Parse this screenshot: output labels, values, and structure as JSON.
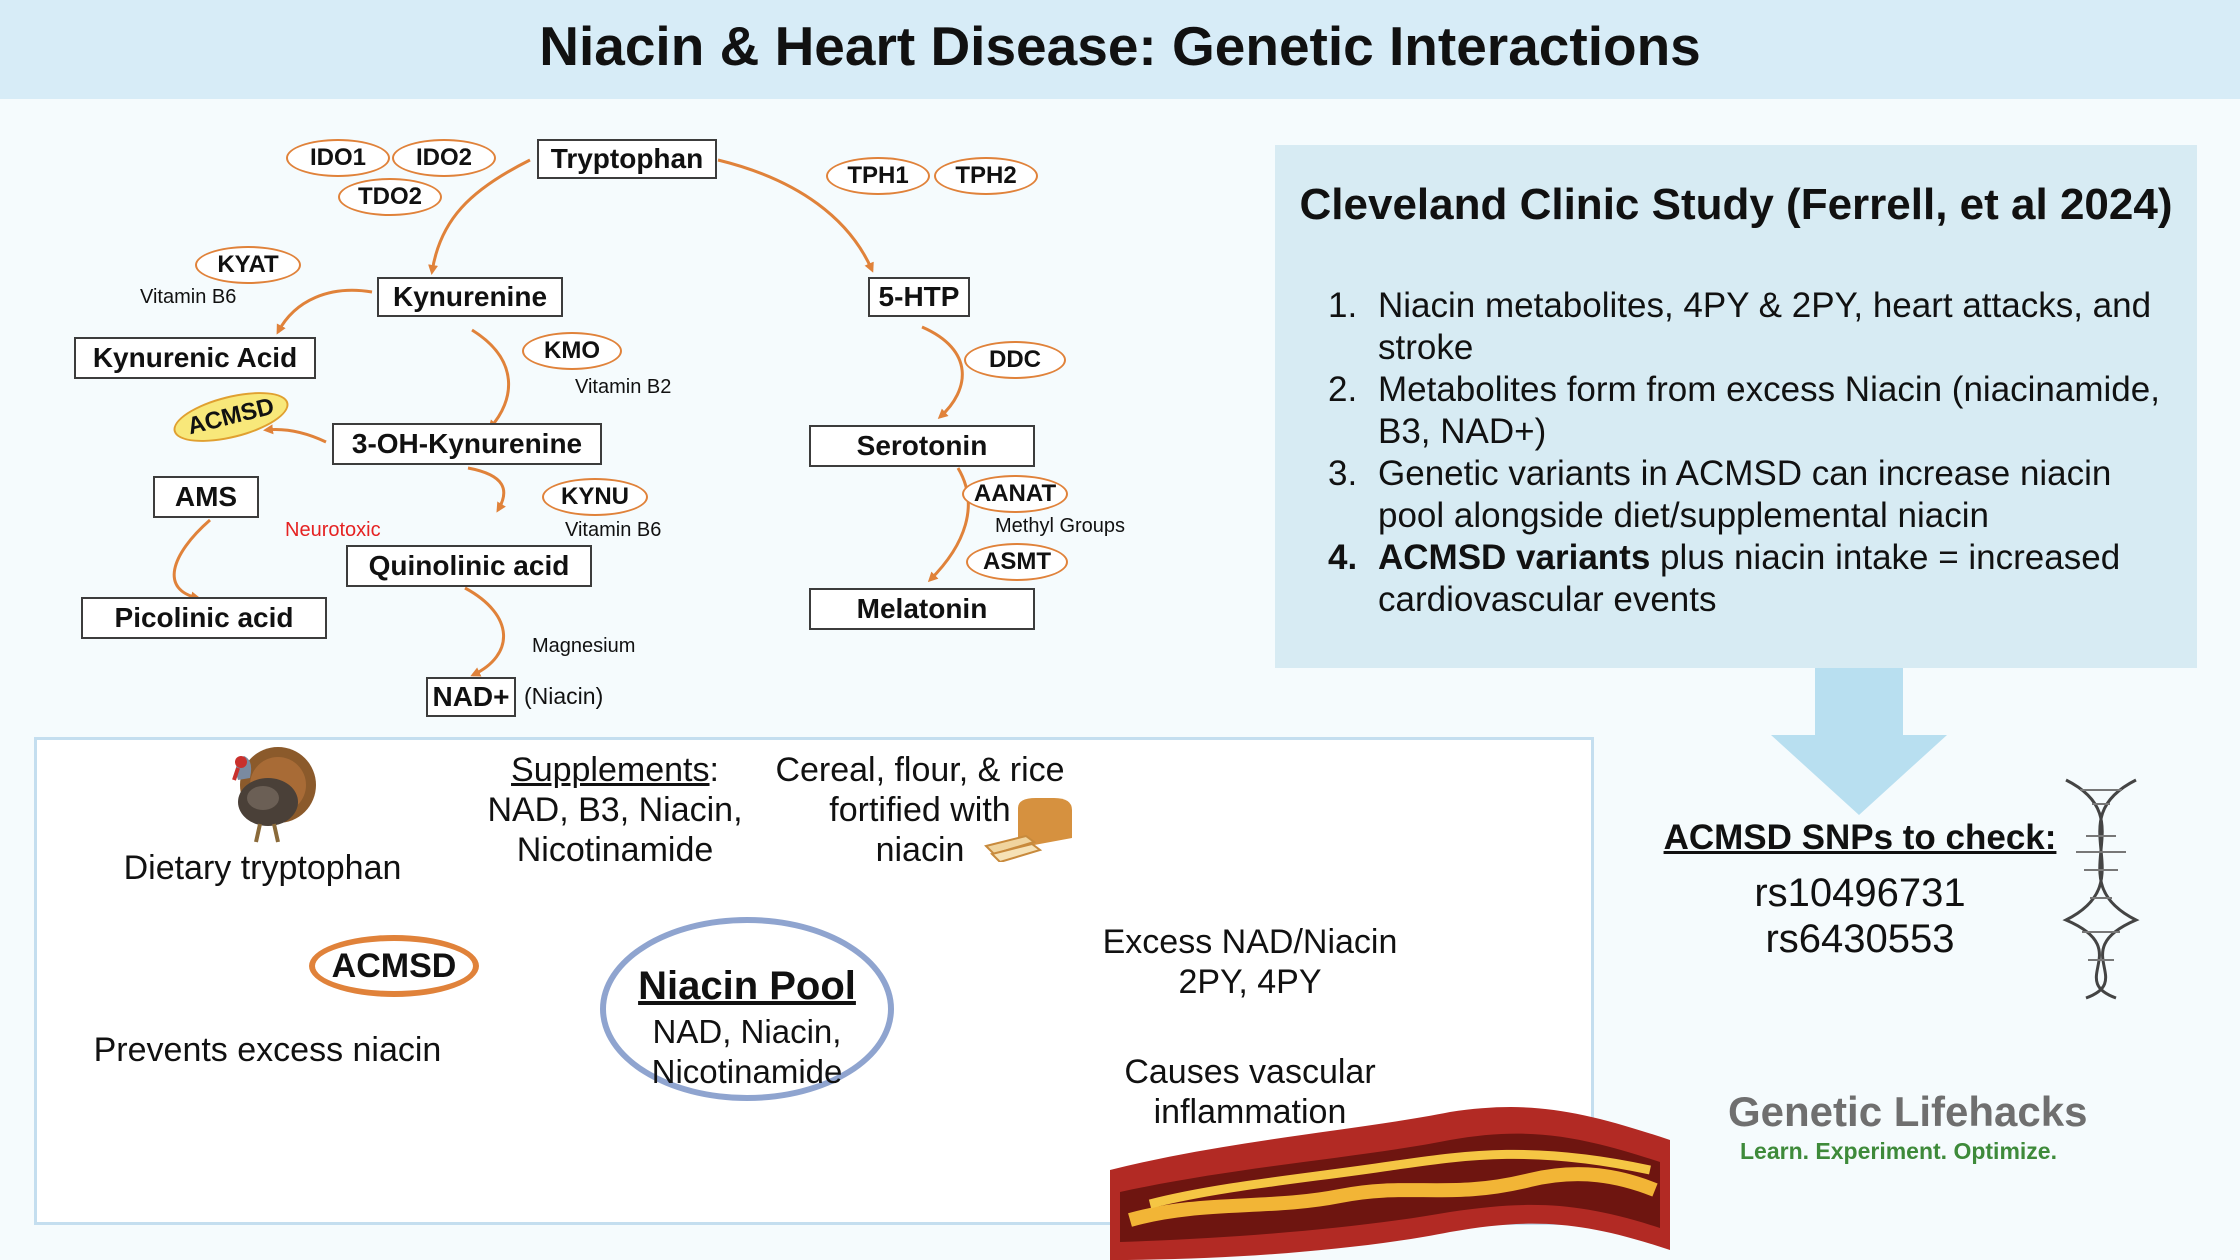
{
  "title": "Niacin & Heart Disease: Genetic Interactions",
  "colors": {
    "title_bg": "#d7ecf7",
    "enzyme_border": "#e0823a",
    "arrow": "#e0823a",
    "neurotoxic": "#e52222",
    "panel_bg": "#d7ebf3",
    "pool_border": "#8fa4cf",
    "brand_green": "#3e8a3a"
  },
  "pathway": {
    "metabolites": {
      "tryptophan": "Tryptophan",
      "kynurenine": "Kynurenine",
      "kynurenic_acid": "Kynurenic Acid",
      "oh_kynurenine": "3-OH-Kynurenine",
      "ams": "AMS",
      "picolinic_acid": "Picolinic acid",
      "quinolinic_acid": "Quinolinic acid",
      "nad": "NAD+",
      "htp": "5-HTP",
      "serotonin": "Serotonin",
      "melatonin": "Melatonin"
    },
    "enzymes": {
      "ido1": "IDO1",
      "ido2": "IDO2",
      "tdo2": "TDO2",
      "kyat": "KYAT",
      "kmo": "KMO",
      "acmsd": "ACMSD",
      "kynu": "KYNU",
      "tph1": "TPH1",
      "tph2": "TPH2",
      "ddc": "DDC",
      "aanat": "AANAT",
      "asmt": "ASMT"
    },
    "cofactors": {
      "vitamin_b6_kyat": "Vitamin B6",
      "vitamin_b2": "Vitamin B2",
      "vitamin_b6_kynu": "Vitamin B6",
      "magnesium": "Magnesium",
      "niacin": "(Niacin)",
      "methyl_groups": "Methyl Groups",
      "neurotoxic": "Neurotoxic"
    }
  },
  "study": {
    "title": "Cleveland Clinic Study (Ferrell, et al 2024)",
    "items": [
      {
        "num": "1.",
        "text": "Niacin metabolites, 4PY & 2PY,    heart attacks, and stroke"
      },
      {
        "num": "2.",
        "text": "Metabolites form from excess Niacin (niacinamide, B3, NAD+)"
      },
      {
        "num": "3.",
        "text": "Genetic variants in ACMSD can increase niacin pool alongside diet/supplemental niacin"
      },
      {
        "num": "4.",
        "bold": "ACMSD variants",
        "text": " plus niacin intake = increased cardiovascular events"
      }
    ]
  },
  "bottom": {
    "dietary": "Dietary tryptophan",
    "acmsd": "ACMSD",
    "prevents": "Prevents excess niacin",
    "supplements_head": "Supplements",
    "supplements_colon": ":",
    "supplements_line1": "NAD, B3, Niacin,",
    "supplements_line2": "Nicotinamide",
    "cereal_line1": "Cereal, flour, & rice",
    "cereal_line2": "fortified with",
    "cereal_line3": "niacin",
    "pool_title": "Niacin Pool",
    "pool_line1": "NAD, Niacin,",
    "pool_line2": "Nicotinamide",
    "excess_line1": "Excess NAD/Niacin",
    "excess_line2": "2PY, 4PY",
    "causes_line1": "Causes vascular",
    "causes_line2": "inflammation"
  },
  "snps": {
    "title": "ACMSD SNPs to check:",
    "list": [
      "rs10496731",
      "rs6430553"
    ]
  },
  "brand": {
    "name": "Genetic Lifehacks",
    "tagline": "Learn. Experiment. Optimize."
  }
}
